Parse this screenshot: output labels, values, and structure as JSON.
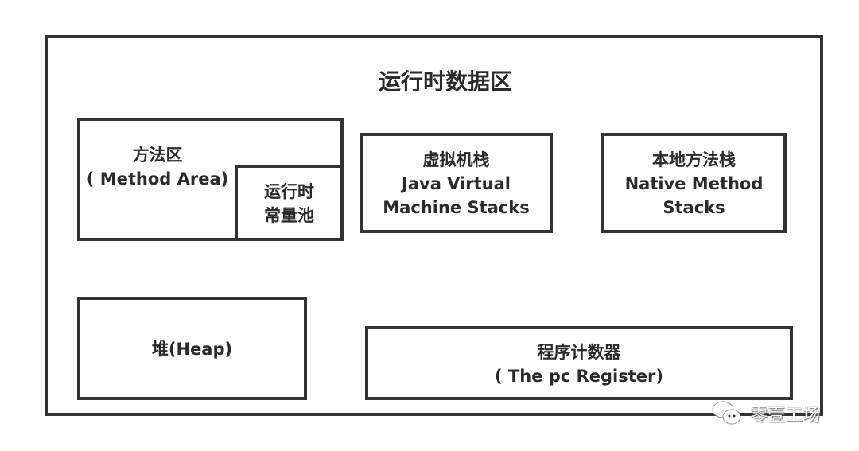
{
  "title": "运行时数据区",
  "method_area": {
    "line1": "方法区",
    "line2": "( Method Area)"
  },
  "constant_pool": {
    "line1": "运行时",
    "line2": "常量池"
  },
  "jvm_stacks": {
    "line1": "虚拟机栈",
    "line2": "Java Virtual",
    "line3": "Machine Stacks"
  },
  "native_stacks": {
    "line1": "本地方法栈",
    "line2": "Native Method",
    "line3": "Stacks"
  },
  "heap": {
    "line1": "堆(Heap)"
  },
  "pc_register": {
    "line1": "程序计数器",
    "line2": "( The pc Register)"
  },
  "watermark": {
    "text": "零壹工场",
    "icon": "wechat-icon"
  }
}
